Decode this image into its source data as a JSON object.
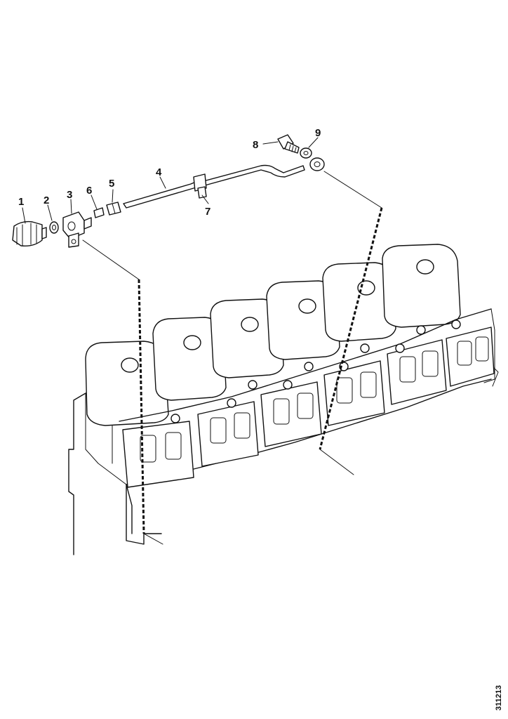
{
  "diagram": {
    "callouts": [
      "1",
      "2",
      "3",
      "4",
      "5",
      "6",
      "7",
      "8",
      "9"
    ],
    "reference_code": "311213"
  }
}
